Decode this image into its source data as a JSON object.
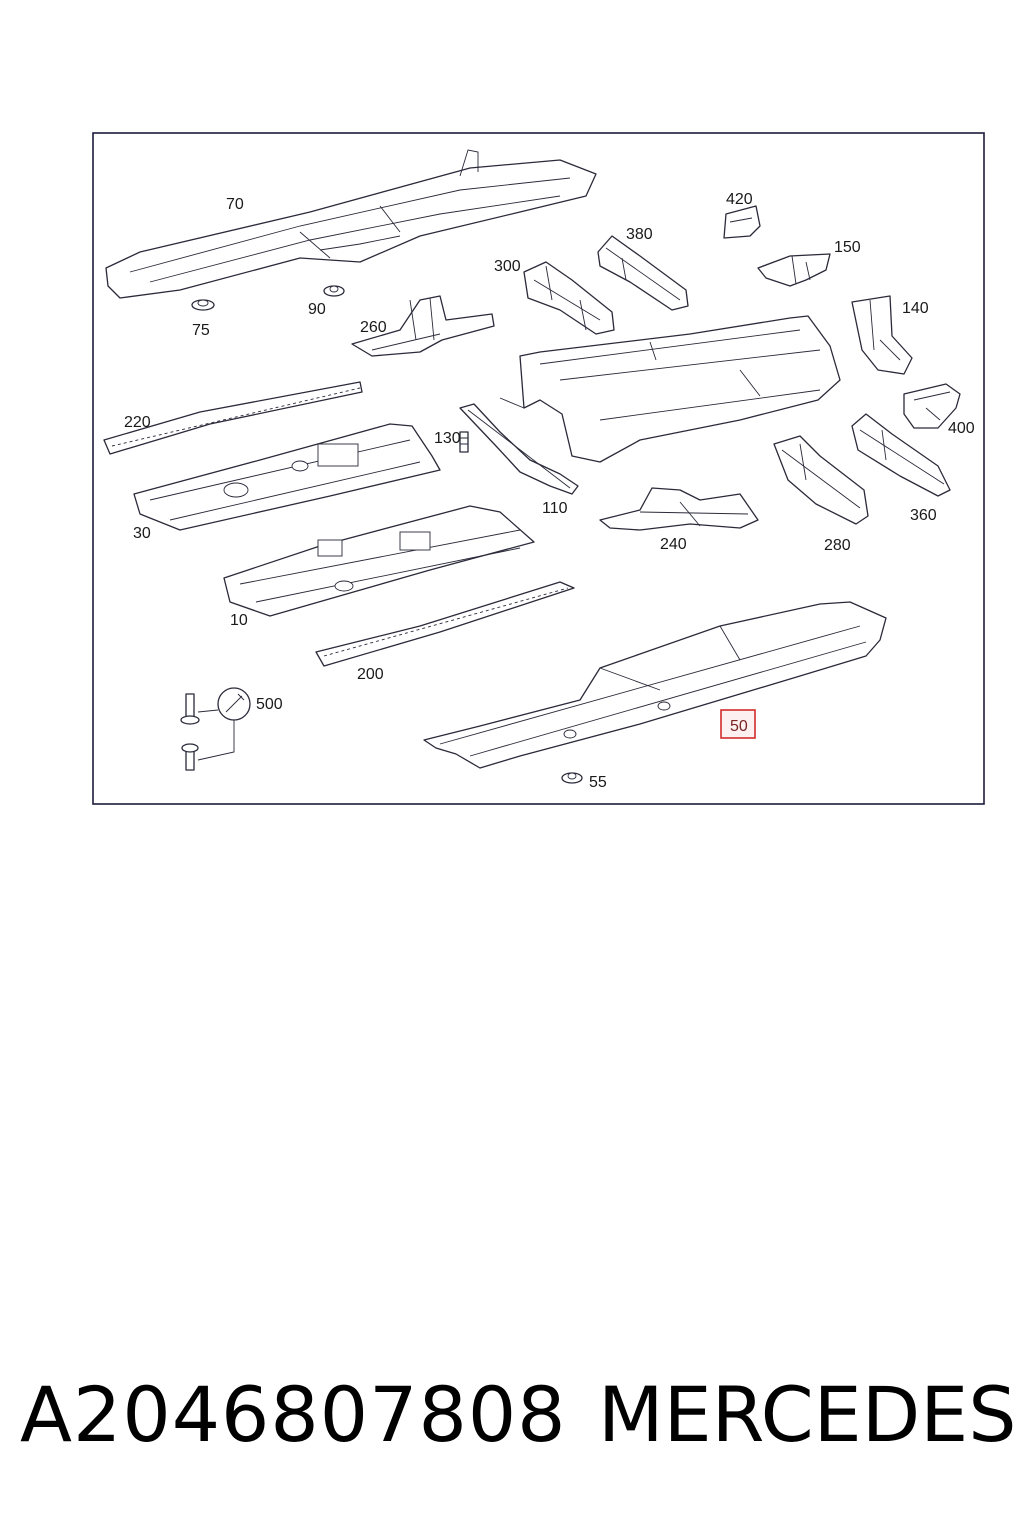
{
  "diagram": {
    "labels": [
      {
        "id": "70",
        "text": "70"
      },
      {
        "id": "75",
        "text": "75"
      },
      {
        "id": "90",
        "text": "90"
      },
      {
        "id": "260",
        "text": "260"
      },
      {
        "id": "300",
        "text": "300"
      },
      {
        "id": "380",
        "text": "380"
      },
      {
        "id": "420",
        "text": "420"
      },
      {
        "id": "150",
        "text": "150"
      },
      {
        "id": "140",
        "text": "140"
      },
      {
        "id": "400",
        "text": "400"
      },
      {
        "id": "220",
        "text": "220"
      },
      {
        "id": "130",
        "text": "130"
      },
      {
        "id": "110",
        "text": "110"
      },
      {
        "id": "30",
        "text": "30"
      },
      {
        "id": "240",
        "text": "240"
      },
      {
        "id": "280",
        "text": "280"
      },
      {
        "id": "360",
        "text": "360"
      },
      {
        "id": "10",
        "text": "10"
      },
      {
        "id": "200",
        "text": "200"
      },
      {
        "id": "500",
        "text": "500"
      },
      {
        "id": "50",
        "text": "50",
        "highlighted": true
      },
      {
        "id": "55",
        "text": "55"
      }
    ],
    "highlight_color": "#d22b2b"
  },
  "footer": {
    "part_number": "A2046807808",
    "brand": "MERCEDES"
  }
}
